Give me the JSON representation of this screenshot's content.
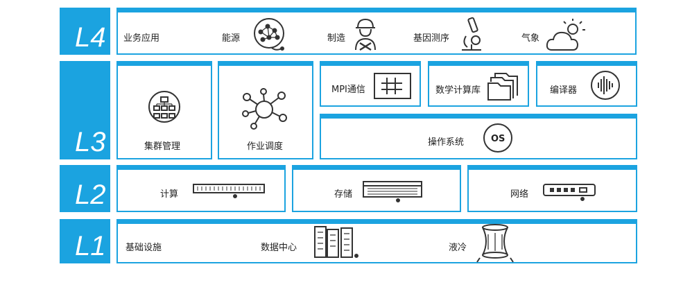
{
  "layers": {
    "l4": "L4",
    "l3": "L3",
    "l2": "L2",
    "l1": "L1"
  },
  "l4": {
    "business_app": "业务应用",
    "energy": "能源",
    "manufacturing": "制造",
    "gene_sequencing": "基因测序",
    "weather": "气象"
  },
  "l3": {
    "cluster_mgmt": "集群管理",
    "job_scheduling": "作业调度",
    "mpi": "MPI通信",
    "math_lib": "数学计算库",
    "compiler": "编译器",
    "os": "操作系统",
    "os_badge": "OS"
  },
  "l2": {
    "compute": "计算",
    "storage": "存储",
    "network": "网络"
  },
  "l1": {
    "infrastructure": "基础设施",
    "datacenter": "数据中心",
    "liquid_cooling": "液冷"
  },
  "colors": {
    "accent": "#1ba3e0",
    "icon": "#333333"
  }
}
